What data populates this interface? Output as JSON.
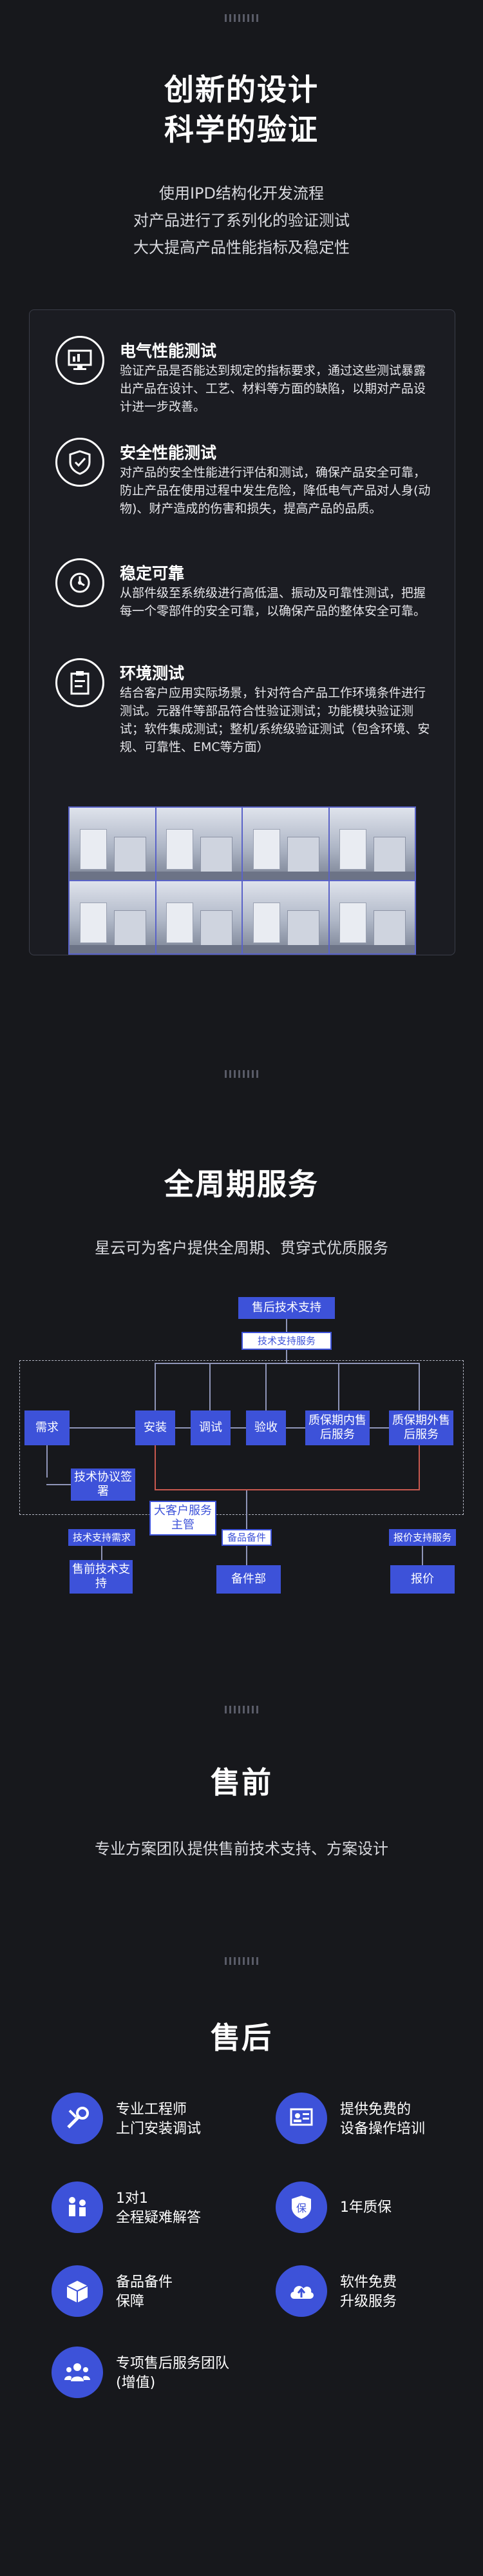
{
  "section1": {
    "title_line1": "创新的设计",
    "title_line2": "科学的验证",
    "sub_line1": "使用IPD结构化开发流程",
    "sub_line2": "对产品进行了系列化的验证测试",
    "sub_line3": "大大提高产品性能指标及稳定性",
    "features": [
      {
        "icon": "monitor-icon",
        "title": "电气性能测试",
        "text": "验证产品是否能达到规定的指标要求，通过这些测试暴露出产品在设计、工艺、材料等方面的缺陷，以期对产品设计进一步改善。"
      },
      {
        "icon": "shield-icon",
        "title": "安全性能测试",
        "text": "对产品的安全性能进行评估和测试，确保产品安全可靠，防止产品在使用过程中发生危险，降低电气产品对人身(动物)、财产造成的伤害和损失，提高产品的品质。"
      },
      {
        "icon": "stability-icon",
        "title": "稳定可靠",
        "text": "从部件级至系统级进行高低温、振动及可靠性测试，把握每一个零部件的安全可靠，以确保产品的整体安全可靠。"
      },
      {
        "icon": "clipboard-icon",
        "title": "环境测试",
        "text": "结合客户应用实际场景，针对符合产品工作环境条件进行测试。元器件等部品符合性验证测试；功能模块验证测试；软件集成测试；整机/系统级验证测试（包含环境、安规、可靠性、EMC等方面）"
      }
    ]
  },
  "section2": {
    "title": "全周期服务",
    "subtitle": "星云可为客户提供全周期、贯穿式优质服务",
    "flow": {
      "after_sales_support": "售后技术支持",
      "tech_support_service": "技术支持服务",
      "demand": "需求",
      "install": "安装",
      "debug": "调试",
      "acceptance": "验收",
      "warranty_in": "质保期内售后服务",
      "warranty_out": "质保期外售后服务",
      "tech_agreement": "技术协议签署",
      "key_account": "大客户服务主管",
      "spare_parts_label": "备品备件",
      "quote_support": "报价支持服务",
      "tech_demand": "技术支持需求",
      "presales_support": "售前技术支持",
      "spare_dept": "备件部",
      "quote": "报价"
    }
  },
  "section3": {
    "title": "售前",
    "subtitle": "专业方案团队提供售前技术支持、方案设计"
  },
  "section4": {
    "title": "售后",
    "items": [
      {
        "icon": "tools-icon",
        "line1": "专业工程师",
        "line2": "上门安装调试"
      },
      {
        "icon": "training-icon",
        "line1": "提供免费的",
        "line2": "设备操作培训"
      },
      {
        "icon": "one-to-one-icon",
        "line1": "1对1",
        "line2": "全程疑难解答"
      },
      {
        "icon": "warranty-icon",
        "line1": "1年质保",
        "line2": ""
      },
      {
        "icon": "box-icon",
        "line1": "备品备件",
        "line2": "保障"
      },
      {
        "icon": "cloud-upgrade-icon",
        "line1": "软件免费",
        "line2": "升级服务"
      },
      {
        "icon": "team-icon",
        "line1": "专项售后服务团队",
        "line2": "(增值)"
      }
    ]
  }
}
